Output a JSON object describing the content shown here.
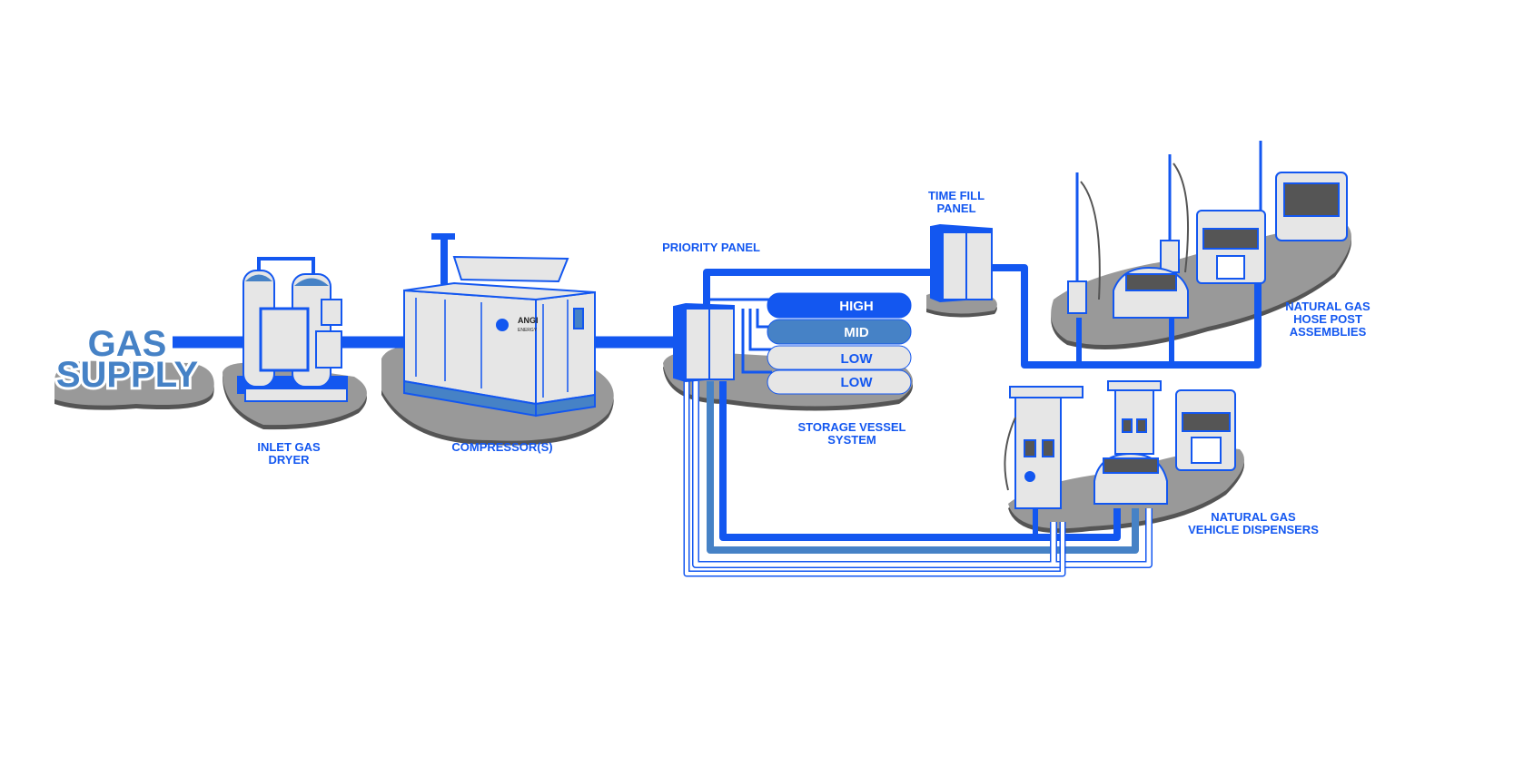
{
  "title": {
    "line1": "GAS",
    "line2": "SUPPLY"
  },
  "labels": {
    "dryer": [
      "INLET GAS",
      "DRYER"
    ],
    "compressor": "COMPRESSOR(S)",
    "priority_panel": "PRIORITY PANEL",
    "storage": [
      "STORAGE VESSEL",
      "SYSTEM"
    ],
    "time_fill": [
      "TIME FILL",
      "PANEL"
    ],
    "hose_post": [
      "NATURAL GAS",
      "HOSE POST",
      "ASSEMBLIES"
    ],
    "dispensers": [
      "NATURAL GAS",
      "VEHICLE DISPENSERS"
    ]
  },
  "tanks": [
    "HIGH",
    "MID",
    "LOW",
    "LOW"
  ],
  "brand": {
    "name": "ANGI",
    "sub": "ENERGY"
  },
  "colors": {
    "blue": "#1357f0",
    "mid_blue": "#4682c6",
    "gray": "#999999",
    "dark_gray": "#555555",
    "light": "#e6e6e6"
  }
}
